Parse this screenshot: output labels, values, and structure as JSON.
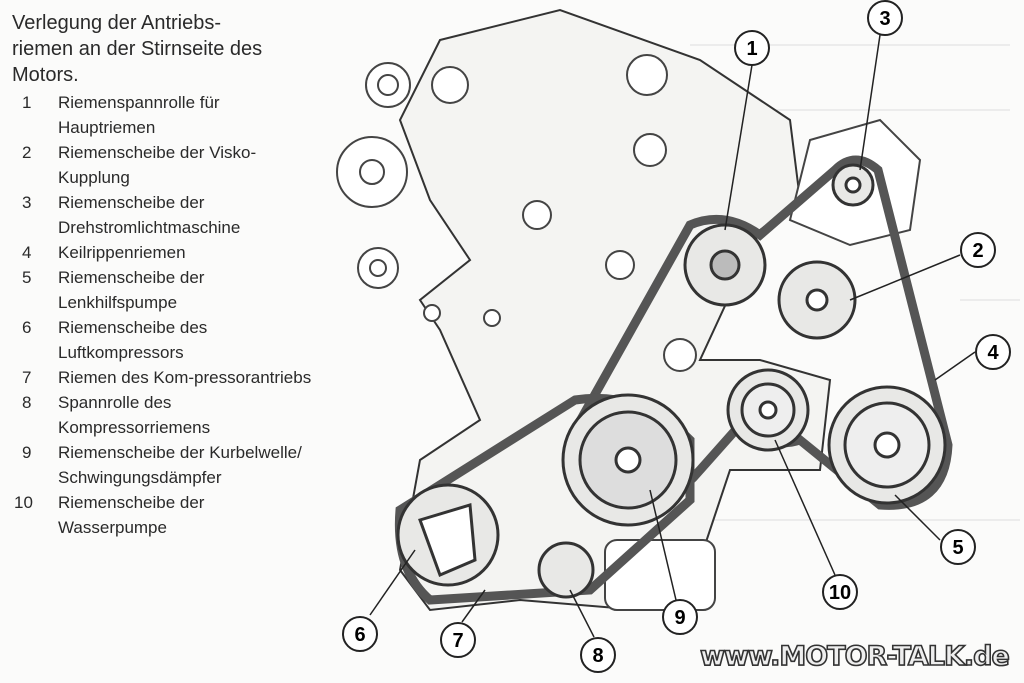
{
  "caption": "Verlegung der Antriebs-riemen an der Stirnseite des Motors.",
  "legend": [
    {
      "num": "1",
      "text": "Riemenspannrolle für Hauptriemen"
    },
    {
      "num": "2",
      "text": "Riemenscheibe der Visko-Kupplung"
    },
    {
      "num": "3",
      "text": "Riemenscheibe der Drehstromlichtmaschine"
    },
    {
      "num": "4",
      "text": "Keilrippenriemen"
    },
    {
      "num": "5",
      "text": "Riemenscheibe der Lenkhilfspumpe"
    },
    {
      "num": "6",
      "text": "Riemenscheibe des Luftkompressors"
    },
    {
      "num": "7",
      "text": "Riemen des Kom-pressorantriebs"
    },
    {
      "num": "8",
      "text": "Spannrolle des Kompressorriemens"
    },
    {
      "num": "9",
      "text": "Riemenscheibe der Kurbelwelle/ Schwingungsdämpfer"
    },
    {
      "num": "10",
      "text": "Riemenscheibe der Wasserpumpe"
    }
  ],
  "callouts": [
    "1",
    "2",
    "3",
    "4",
    "5",
    "6",
    "7",
    "8",
    "9",
    "10"
  ],
  "watermark": "www.MOTOR-TALK.de"
}
